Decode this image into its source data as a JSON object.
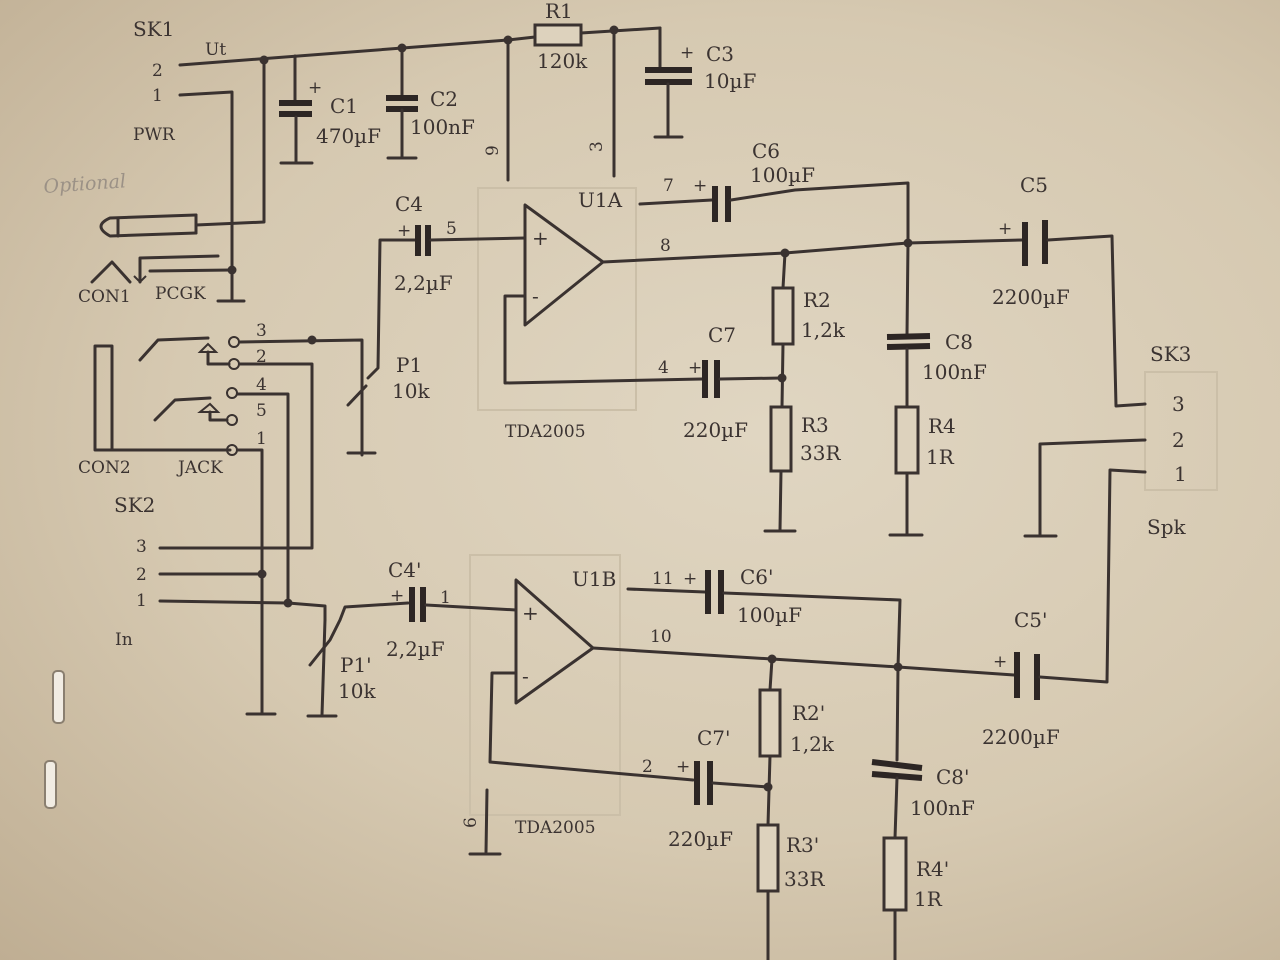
{
  "labels": {
    "sk1": "SK1",
    "sk1_pin2": "2",
    "sk1_pin1": "1",
    "ut": "Ut",
    "pwr": "PWR",
    "optional": "Optional",
    "con1": "CON1",
    "pcgk": "PCGK",
    "r1": "R1",
    "r1_val": "120k",
    "c1": "C1",
    "c1_val": "470µF",
    "c2": "C2",
    "c2_val": "100nF",
    "c3": "C3",
    "c3_val": "10µF",
    "pin9": "9",
    "pin3": "3",
    "u1a": "U1A",
    "c6": "C6",
    "c6_val": "100µF",
    "pin7": "7",
    "pin8": "8",
    "c5": "C5",
    "c5_val": "2200µF",
    "c4": "C4",
    "c4_val": "2,2µF",
    "pin5": "5",
    "r2": "R2",
    "r2_val": "1,2k",
    "c7": "C7",
    "c7_val": "220µF",
    "pin4": "4",
    "r3": "R3",
    "r3_val": "33R",
    "c8": "C8",
    "c8_val": "100nF",
    "r4": "R4",
    "r4_val": "1R",
    "tda_a": "TDA2005",
    "sk3": "SK3",
    "sk3_pin3": "3",
    "sk3_pin2": "2",
    "sk3_pin1": "1",
    "spk": "Spk",
    "p1": "P1",
    "p1_val": "10k",
    "con2": "CON2",
    "jack": "JACK",
    "jack_pin3": "3",
    "jack_pin2": "2",
    "jack_pin4": "4",
    "jack_pin5": "5",
    "jack_pin1": "1",
    "sk2": "SK2",
    "sk2_pin3": "3",
    "sk2_pin2": "2",
    "sk2_pin1": "1",
    "in": "In",
    "c4b": "C4'",
    "c4b_val": "2,2µF",
    "pin1": "1",
    "u1b": "U1B",
    "pin11": "11",
    "c6b": "C6'",
    "c6b_val": "100µF",
    "pin10": "10",
    "c5b": "C5'",
    "c5b_val": "2200µF",
    "p1b": "P1'",
    "p1b_val": "10k",
    "r2b": "R2'",
    "r2b_val": "1,2k",
    "c7b": "C7'",
    "c7b_val": "220µF",
    "pin2": "2",
    "r3b": "R3'",
    "r3b_val": "33R",
    "c8b": "C8'",
    "c8b_val": "100nF",
    "r4b": "R4'",
    "r4b_val": "1R",
    "pin6": "6",
    "tda_b": "TDA2005",
    "plus": "+",
    "minus": "-"
  }
}
